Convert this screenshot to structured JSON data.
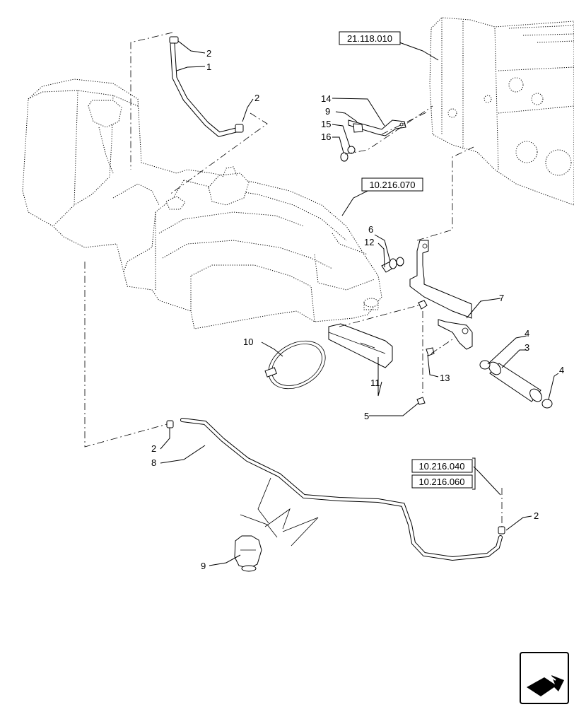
{
  "callouts": {
    "c1": "1",
    "c2a": "2",
    "c2b": "2",
    "c2c": "2",
    "c2d": "2",
    "c3": "3",
    "c4a": "4",
    "c4b": "4",
    "c5": "5",
    "c6": "6",
    "c7": "7",
    "c8": "8",
    "c9a": "9",
    "c9b": "9",
    "c10": "10",
    "c11": "11",
    "c12": "12",
    "c13": "13",
    "c14": "14",
    "c15": "15",
    "c16": "16"
  },
  "references": {
    "r1": "21.118.010",
    "r2": "10.216.070",
    "r3": "10.216.040",
    "r4": "10.216.060"
  },
  "icons": {
    "nav": "next-page-arrow-icon"
  }
}
